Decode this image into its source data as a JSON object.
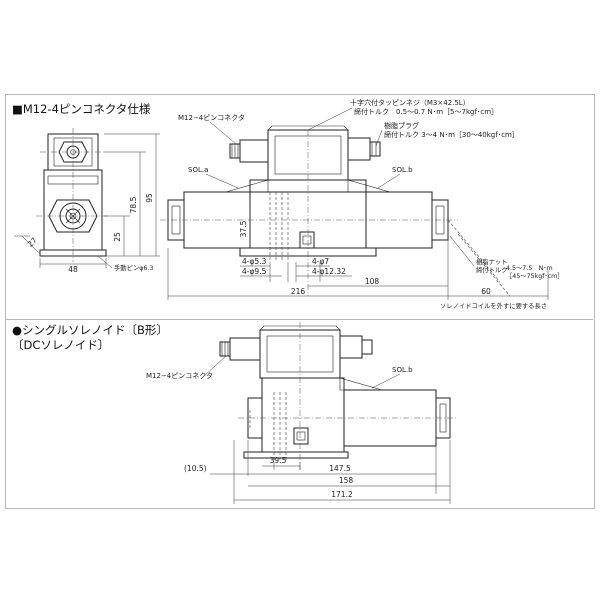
{
  "section1": {
    "title": "■M12-4ピンコネクタ仕様",
    "labels": {
      "connector": "M12−4ピンコネクタ",
      "screw_name": "十字穴付タッピンネジ（M3×42.5L）",
      "screw_torque": "締付トルク　0.5〜0.7 N･m［5〜7kgf･cm］",
      "plug_name": "樹脂プラグ",
      "plug_torque": "締付トルク 3〜4 N･m［30〜40kgf･cm］",
      "sol_a": "SOL.a",
      "sol_b": "SOL.b",
      "manual_pin": "手動ピンφ6.3",
      "nut_name": "樹脂ナット",
      "nut_torque_label": "締付トルク",
      "nut_torque_nm": "4.5〜7.5　N･m",
      "nut_torque_kgf": "［45〜75kgf･cm］",
      "coil_removal": "ソレノイドコイルを外すに要する長さ"
    },
    "dims": {
      "d95": "95",
      "d785": "78.5",
      "d25": "25",
      "d27": "27",
      "d48": "48",
      "d375": "37.5",
      "d4phi53": "4-φ5.3",
      "d4phi95": "4-φ9.5",
      "d4phi7": "4-φ7",
      "d4phi1232": "4-φ12.32",
      "d108": "108",
      "d216": "216",
      "d60": "60"
    }
  },
  "section2": {
    "title": "●シングルソレノイド〔B形〕",
    "subtitle": "〔DCソレノイド〕",
    "labels": {
      "connector": "M12−4ピンコネクタ",
      "sol_b": "SOL.b"
    },
    "dims": {
      "d105": "(10.5)",
      "d395": "39.5",
      "d1475": "147.5",
      "d158": "158",
      "d1712": "171.2"
    }
  }
}
